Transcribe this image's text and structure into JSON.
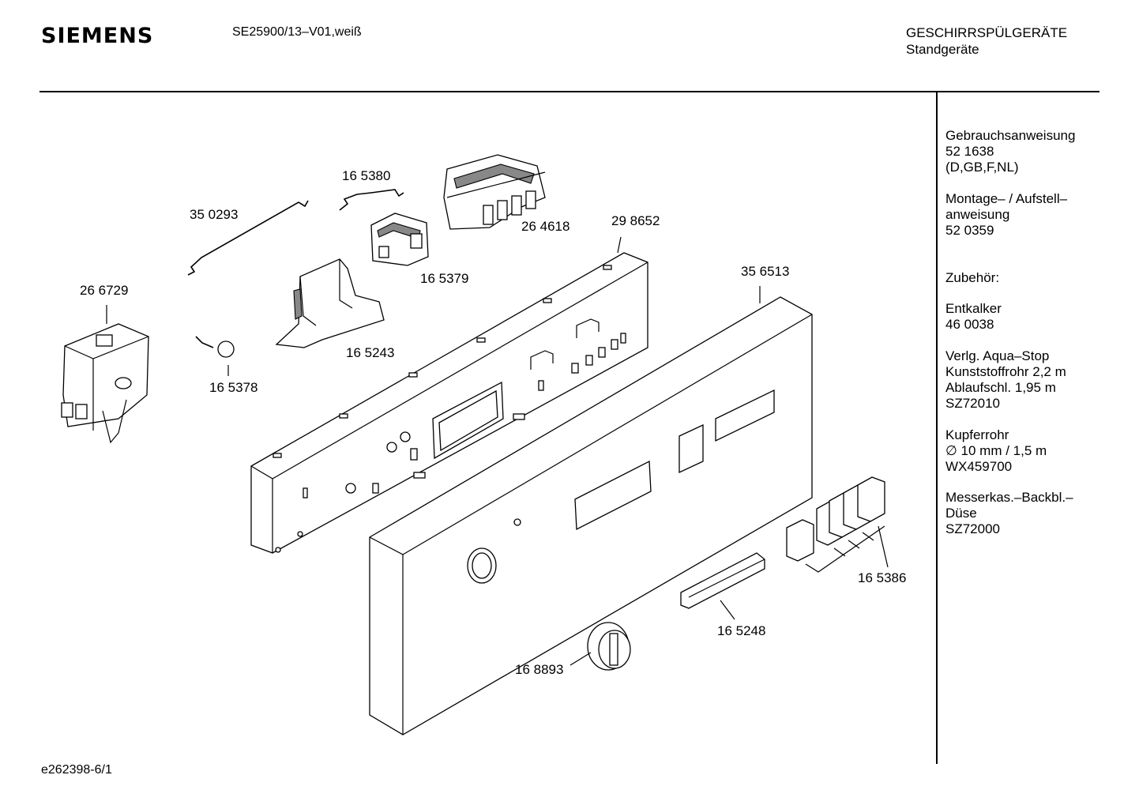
{
  "header": {
    "brand": "SIEMENS",
    "model": "SE25900/13–V01,weiß",
    "category": "GESCHIRRSPÜLGERÄTE",
    "subcategory": "Standgeräte"
  },
  "sidebar": {
    "blocks": [
      {
        "lines": [
          "Gebrauchsanweisung",
          "52 1638",
          "(D,GB,F,NL)"
        ]
      },
      {
        "lines": [
          "Montage– / Aufstell–",
          "anweisung",
          "52 0359"
        ]
      },
      {
        "lines": [
          "Zubehör:"
        ]
      },
      {
        "lines": [
          "Entkalker",
          "46 0038"
        ]
      },
      {
        "lines": [
          "Verlg. Aqua–Stop",
          "Kunststoffrohr 2,2 m",
          "Ablaufschl. 1,95 m",
          "SZ72010"
        ]
      },
      {
        "lines": [
          "Kupferrohr",
          "∅ 10 mm / 1,5 m",
          "WX459700"
        ]
      },
      {
        "lines": [
          "Messerkas.–Backbl.–",
          "Düse",
          "SZ72000"
        ]
      }
    ]
  },
  "parts": {
    "p350293": "35 0293",
    "p165380": "16 5380",
    "p264618": "26 4618",
    "p298652": "29 8652",
    "p165379": "16 5379",
    "p356513": "35 6513",
    "p266729": "26 6729",
    "p165243": "16 5243",
    "p165378": "16 5378",
    "p165386": "16 5386",
    "p165248": "16 5248",
    "p168893": "16 8893"
  },
  "footer": {
    "code": "e262398-6/1"
  }
}
